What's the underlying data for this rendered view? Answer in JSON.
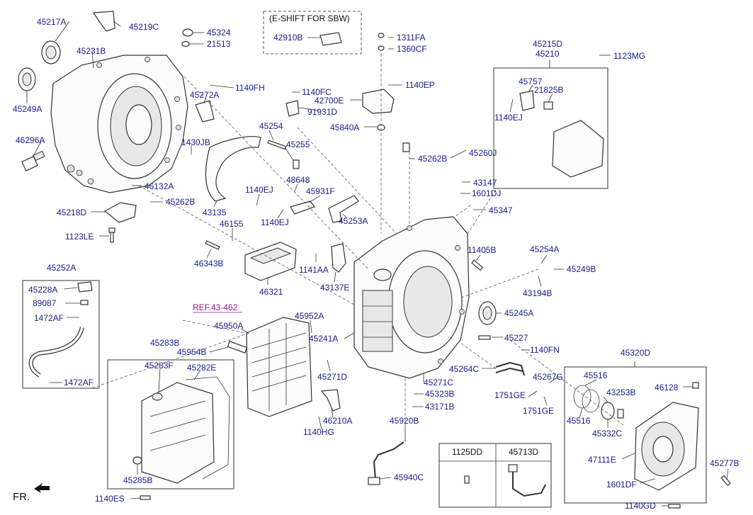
{
  "labels": {
    "p45217A": "45217A",
    "p45219C": "45219C",
    "p45324": "45324",
    "p21513": "21513",
    "p45231B": "45231B",
    "p45249A": "45249A",
    "p46296A": "46296A",
    "p45272A": "45272A",
    "p1140FH": "1140FH",
    "p1430JB": "1430JB",
    "p46132A": "46132A",
    "p45262B_left": "45262B",
    "p45218D": "45218D",
    "p1123LE": "1123LE",
    "p43135": "43135",
    "p45254": "45254",
    "p45255": "45255",
    "p48648": "48648",
    "p45931F": "45931F",
    "p1140EJ_a": "1140EJ",
    "p1140EJ_b": "1140EJ",
    "p45253A": "45253A",
    "p46155": "46155",
    "p46343B": "46343B",
    "p46321": "46321",
    "p1141AA": "1141AA",
    "p43137E": "43137E",
    "eshift_title": "(E-SHIFT FOR SBW)",
    "p42910B": "42910B",
    "p1311FA": "1311FA",
    "p1360CF": "1360CF",
    "p1140FC": "1140FC",
    "p91931D": "91931D",
    "p42700E": "42700E",
    "p1140EP": "1140EP",
    "p45840A": "45840A",
    "p45262B_mid": "45262B",
    "p45260J": "45260J",
    "p43147": "43147",
    "p1601DJ": "1601DJ",
    "p45347": "45347",
    "p45215D": "45215D",
    "p45210": "45210",
    "p1123MG": "1123MG",
    "p45757": "45757",
    "p21825B": "21825B",
    "p1140EJ_c": "1140EJ",
    "p11405B": "11405B",
    "p45254A": "45254A",
    "p45249B": "45249B",
    "p43194B": "43194B",
    "p45245A": "45245A",
    "p45227": "45227",
    "p1140FN": "1140FN",
    "p45264C": "45264C",
    "p45267G": "45267G",
    "p1751GE_a": "1751GE",
    "p1751GE_b": "1751GE",
    "p45320D": "45320D",
    "p45516_a": "45516",
    "p43253B": "43253B",
    "p46128": "46128",
    "p45516_b": "45516",
    "p45332C": "45332C",
    "p47111E": "47111E",
    "p1601DF": "1601DF",
    "p45277B": "45277B",
    "p1140GD": "1140GD",
    "p45252A": "45252A",
    "p45228A": "45228A",
    "p89087": "89087",
    "p1472AF_a": "1472AF",
    "p1472AF_b": "1472AF",
    "ref43462": "REF.43-462",
    "p45952A": "45952A",
    "p45950A": "45950A",
    "p45241A": "45241A",
    "p45954B": "45954B",
    "p45271D": "45271D",
    "p45271C": "45271C",
    "p45323B": "45323B",
    "p43171B": "43171B",
    "p46210A": "46210A",
    "p1140HG": "1140HG",
    "p45920B": "45920B",
    "p45940C": "45940C",
    "p45283B": "45283B",
    "p45283F": "45283F",
    "p45282E": "45282E",
    "p45285B": "45285B",
    "p1140ES": "1140ES",
    "tbl_1125DD": "1125DD",
    "tbl_45713D": "45713D",
    "fr": "FR."
  }
}
